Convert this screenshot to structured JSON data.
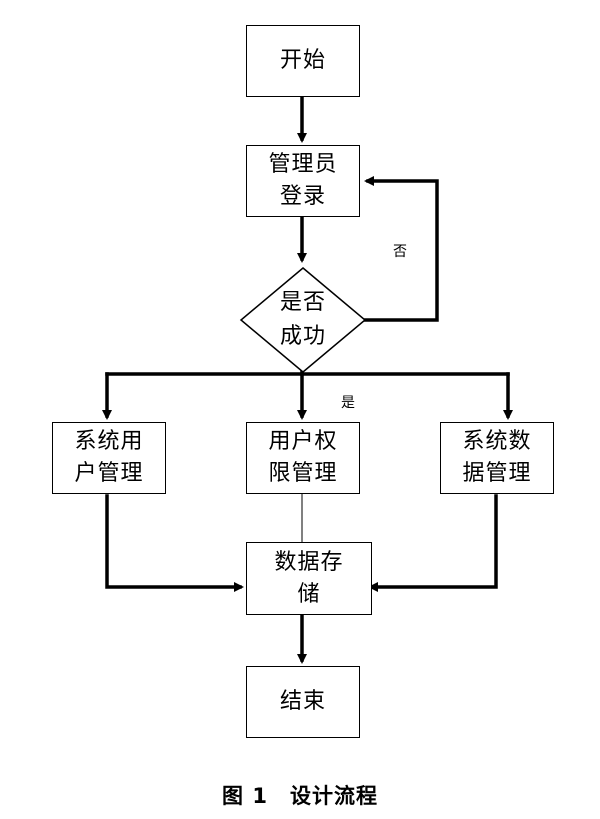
{
  "nodes": {
    "start": "开始",
    "admin_login_line1": "管理员",
    "admin_login_line2": "登录",
    "decision_line1": "是否",
    "decision_line2": "成功",
    "sys_user_line1": "系统用",
    "sys_user_line2": "户管理",
    "user_perm_line1": "用户权",
    "user_perm_line2": "限管理",
    "sys_data_line1": "系统数",
    "sys_data_line2": "据管理",
    "storage_line1": "数据存",
    "storage_line2": "储",
    "end": "结束"
  },
  "edges": {
    "no_label": "否",
    "yes_label": "是"
  },
  "caption": {
    "figure_number": "图 1",
    "title": "设计流程"
  }
}
